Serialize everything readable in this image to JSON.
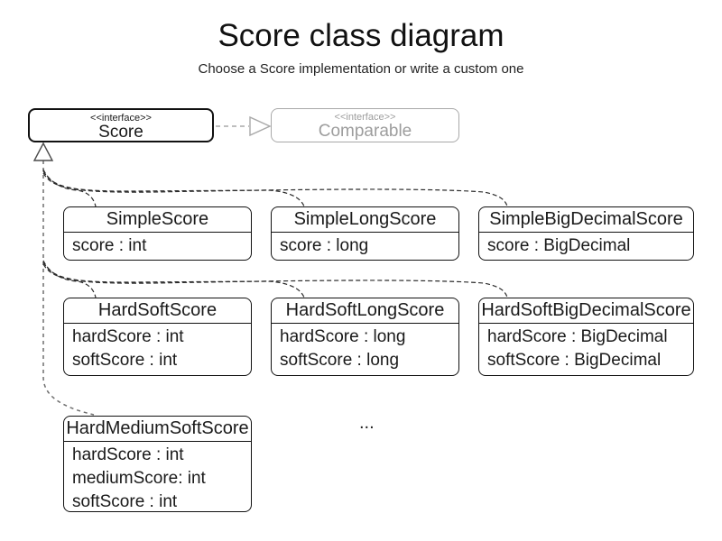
{
  "title": "Score class diagram",
  "subtitle": "Choose a Score implementation or write a custom one",
  "interfaces": {
    "score": {
      "stereotype": "<<interface>>",
      "name": "Score"
    },
    "comparable": {
      "stereotype": "<<interface>>",
      "name": "Comparable"
    }
  },
  "classes": [
    {
      "name": "SimpleScore",
      "attributes": [
        "score : int"
      ]
    },
    {
      "name": "SimpleLongScore",
      "attributes": [
        "score : long"
      ]
    },
    {
      "name": "SimpleBigDecimalScore",
      "attributes": [
        "score : BigDecimal"
      ]
    },
    {
      "name": "HardSoftScore",
      "attributes": [
        "hardScore : int",
        "softScore : int"
      ]
    },
    {
      "name": "HardSoftLongScore",
      "attributes": [
        "hardScore : long",
        "softScore : long"
      ]
    },
    {
      "name": "HardSoftBigDecimalScore",
      "attributes": [
        "hardScore : BigDecimal",
        "softScore : BigDecimal"
      ]
    },
    {
      "name": "HardMediumSoftScore",
      "attributes": [
        "hardScore : int",
        "mediumScore: int",
        "softScore : int"
      ]
    }
  ],
  "ellipsis": "...",
  "colors": {
    "box_stroke": "#111111",
    "muted_gray": "#a8a8a8",
    "trunk_dash": "#6e6e6e",
    "branch_dash": "#2b2b2b"
  }
}
